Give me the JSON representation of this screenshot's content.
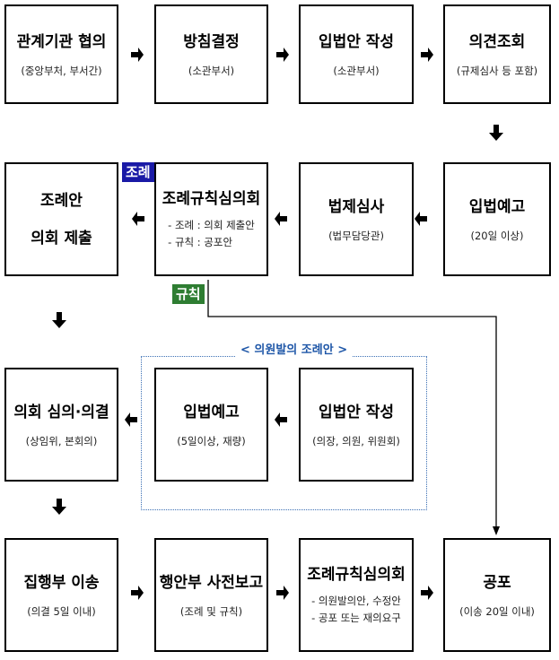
{
  "row1": [
    {
      "title": "관계기관 협의",
      "sub": "(중앙부처, 부서간)"
    },
    {
      "title": "방침결정",
      "sub": "(소관부서)"
    },
    {
      "title": "입법안 작성",
      "sub": "(소관부서)"
    },
    {
      "title": "의견조회",
      "sub": "(규제심사 등 포함)"
    }
  ],
  "row2": [
    {
      "title_lines": [
        "조례안",
        "의회 제출"
      ]
    },
    {
      "title": "조례규칙심의회",
      "notes": [
        "- 조례 : 의회 제출안",
        "- 규칙 : 공포안"
      ]
    },
    {
      "title": "법제심사",
      "sub": "(법무담당관)"
    },
    {
      "title": "입법예고",
      "sub": "(20일 이상)"
    }
  ],
  "tags": {
    "ordinance": "조례",
    "rule": "규칙"
  },
  "member_bill_label": "< 의원발의 조례안 >",
  "row3": [
    {
      "title": "의회 심의·의결",
      "sub": "(상임위, 본회의)"
    },
    {
      "title": "입법예고",
      "sub": "(5일이상, 재량)"
    },
    {
      "title": "입법안 작성",
      "sub": "(의장, 의원, 위원회)"
    }
  ],
  "row4": [
    {
      "title": "집행부 이송",
      "sub": "(의결 5일 이내)"
    },
    {
      "title": "행안부 사전보고",
      "sub": "(조례 및 규칙)"
    },
    {
      "title": "조례규칙심의회",
      "notes": [
        "- 의원발의안, 수정안",
        "- 공포 또는 재의요구"
      ]
    },
    {
      "title": "공포",
      "sub": "(이송 20일 이내)"
    }
  ],
  "colors": {
    "ordinance_tag": "#1a1aa6",
    "rule_tag": "#2e7d32",
    "dotted_border": "#3b6fb4",
    "label_text": "#1f57a8"
  }
}
